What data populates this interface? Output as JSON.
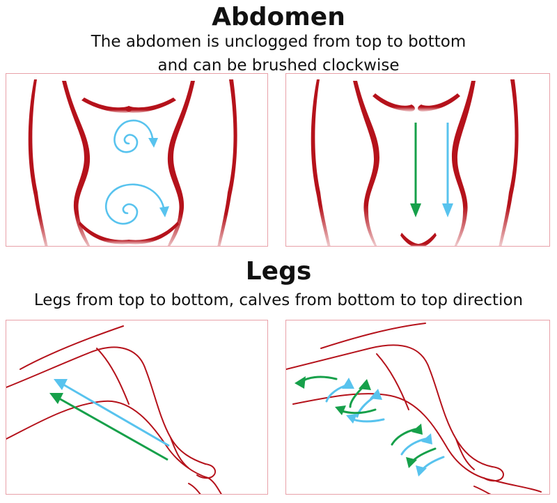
{
  "sections": {
    "abdomen": {
      "title": "Abdomen",
      "description_line1": "The abdomen is unclogged from top to bottom",
      "description_line2": "and can be brushed clockwise"
    },
    "legs": {
      "title": "Legs",
      "description": "Legs from top to bottom, calves from bottom to top direction"
    }
  },
  "colors": {
    "outline": "#b5121b",
    "arrow_blue": "#58c3ee",
    "arrow_green": "#16a04a",
    "panel_border": "#e8a0a8"
  }
}
